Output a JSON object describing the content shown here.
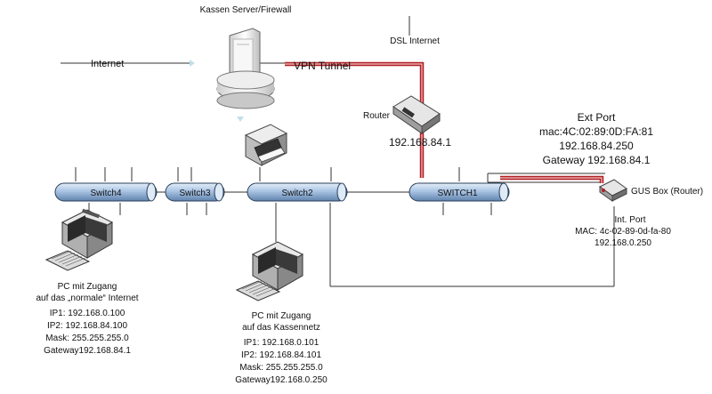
{
  "labels": {
    "kassen_server": "Kassen Server/Firewall",
    "dsl_internet": "DSL Internet",
    "internet": "Internet",
    "vpn_tunnel": "VPN Tunnel",
    "router": "Router",
    "router_ip": "192.168.84.1",
    "ext_port": "Ext Port",
    "ext_mac": "mac:4C:02:89:0D:FA:81",
    "ext_ip": "192.168.84.250",
    "ext_gateway": "Gateway 192.168.84.1",
    "gus_box": "GUS Box (Router)",
    "int_port": "Int. Port",
    "int_mac": "MAC: 4c-02-89-0d-fa-80",
    "int_ip": "192.168.0.250"
  },
  "switches": {
    "switch4": "Switch4",
    "switch3": "Switch3",
    "switch2": "Switch2",
    "switch1": "SWITCH1"
  },
  "pc_left": {
    "line1": "PC mit Zugang",
    "line2": "auf das „normale“ Internet",
    "line3": "IP1: 192.168.0.100",
    "line4": "IP2: 192.168.84.100",
    "line5": "Mask: 255.255.255.0",
    "line6": "Gateway192.168.84.1"
  },
  "pc_center": {
    "line1": "PC mit Zugang",
    "line2": "auf das Kassennetz",
    "line3": "IP1: 192.168.0.101",
    "line4": "IP2: 192.168.84.101",
    "line5": "Mask: 255.255.255.0",
    "line6": "Gateway192.168.0.250"
  },
  "colors": {
    "tunnel": "#b11f24",
    "bus_fill": "#a9c4e4",
    "bus_stroke": "#2b3f5a"
  }
}
